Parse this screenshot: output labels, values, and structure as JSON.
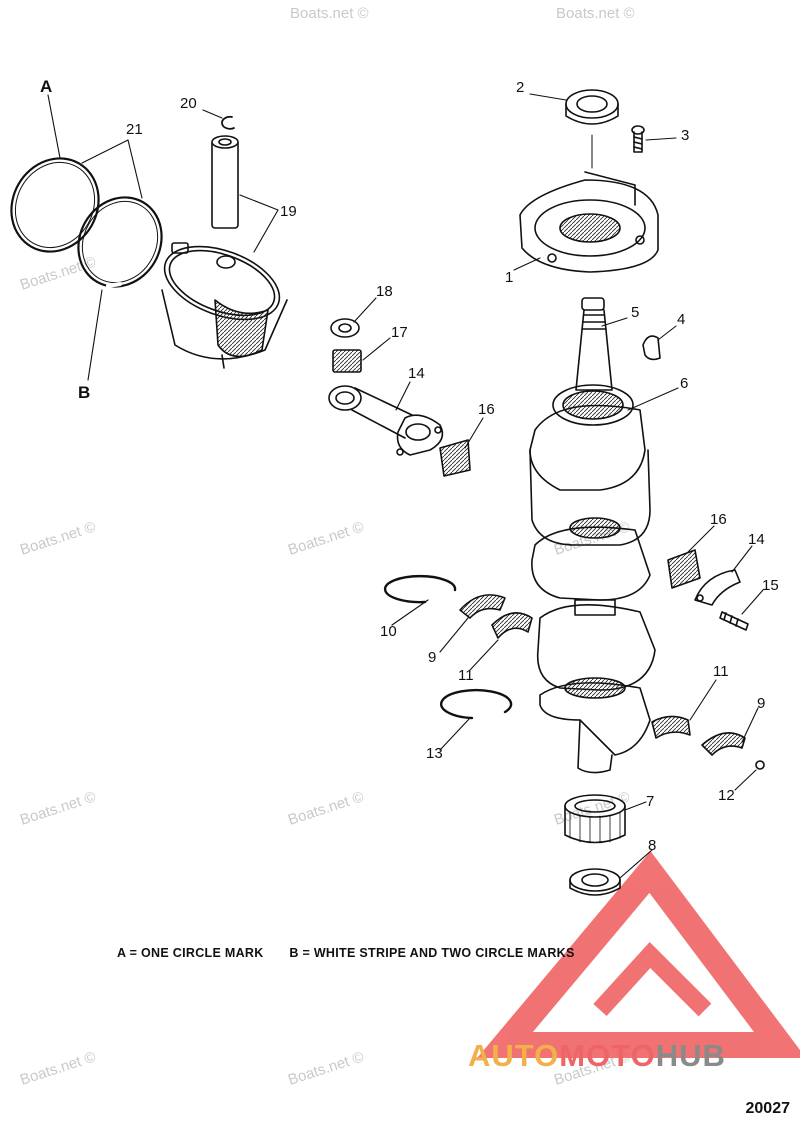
{
  "watermark": {
    "text": "Boats.net ©"
  },
  "legend": {
    "a": "A = ONE CIRCLE MARK",
    "b": "B = WHITE STRIPE AND TWO CIRCLE MARKS"
  },
  "letters": [
    "A",
    "B"
  ],
  "callouts": [
    "1",
    "2",
    "3",
    "4",
    "5",
    "6",
    "7",
    "8",
    "9",
    "9",
    "10",
    "11",
    "11",
    "12",
    "13",
    "14",
    "14",
    "15",
    "16",
    "16",
    "17",
    "18",
    "19",
    "20",
    "21"
  ],
  "brand": {
    "part1": "AUTO",
    "part2": "MOTO",
    "part3": "HUB",
    "color_tri": "#ee5a5a"
  },
  "document_number": "20027"
}
